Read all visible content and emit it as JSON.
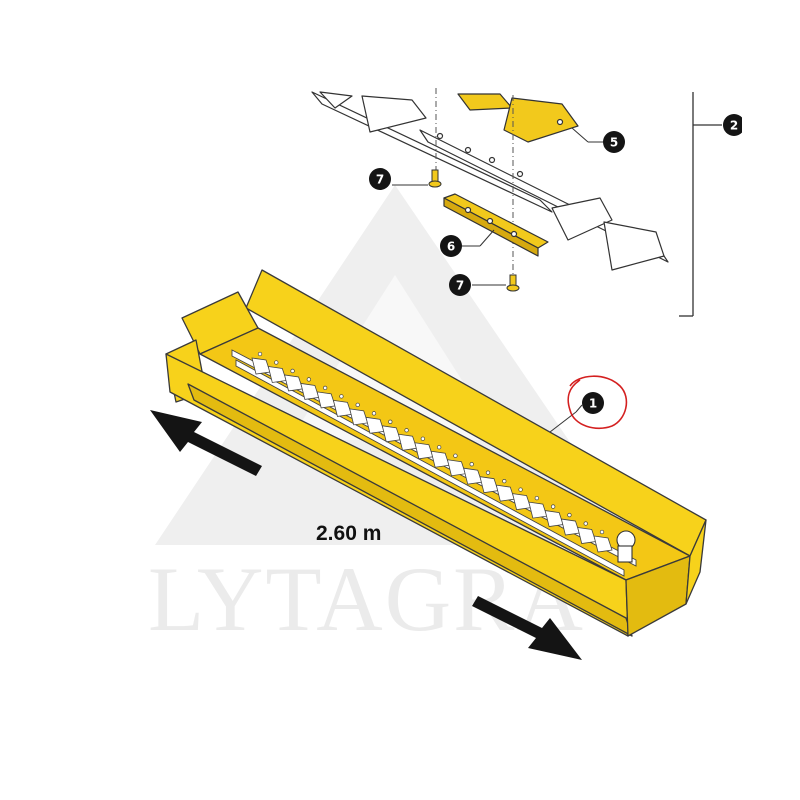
{
  "watermark": {
    "text": "LYTAGRA",
    "color": "#ebebeb"
  },
  "dimension": {
    "label": "2.60 m"
  },
  "callouts": [
    {
      "id": "1",
      "label": "1",
      "highlighted": true
    },
    {
      "id": "2",
      "label": "2"
    },
    {
      "id": "5",
      "label": "5"
    },
    {
      "id": "6",
      "label": "6"
    },
    {
      "id": "7a",
      "label": "7"
    },
    {
      "id": "7b",
      "label": "7"
    }
  ],
  "colors": {
    "box_yellow": "#f7d21b",
    "box_yellow_dark": "#e3bb10",
    "part_yellow": "#f2c91c",
    "highlight_circle": "#d42020",
    "callout_fill": "#141414"
  }
}
